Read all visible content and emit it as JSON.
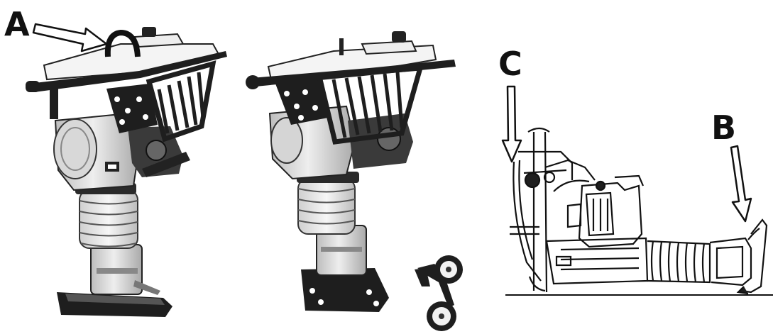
{
  "callouts": {
    "a": "A",
    "b": "B",
    "c": "C"
  },
  "figures": [
    {
      "id": "rammer-front-three-quarter",
      "icon": "rammer-front-view"
    },
    {
      "id": "rammer-rear-three-quarter",
      "icon": "rammer-rear-view"
    },
    {
      "id": "transport-wheels",
      "icon": "wheel-kit"
    },
    {
      "id": "rammer-side-lying",
      "icon": "rammer-side-view-horizontal"
    }
  ],
  "colors": {
    "line": "#111111",
    "dark": "#1e1e1e",
    "body_light": "#e9e9e9",
    "body_mid": "#c8c8c8",
    "tank": "#f4f4f4",
    "background": "#ffffff"
  }
}
